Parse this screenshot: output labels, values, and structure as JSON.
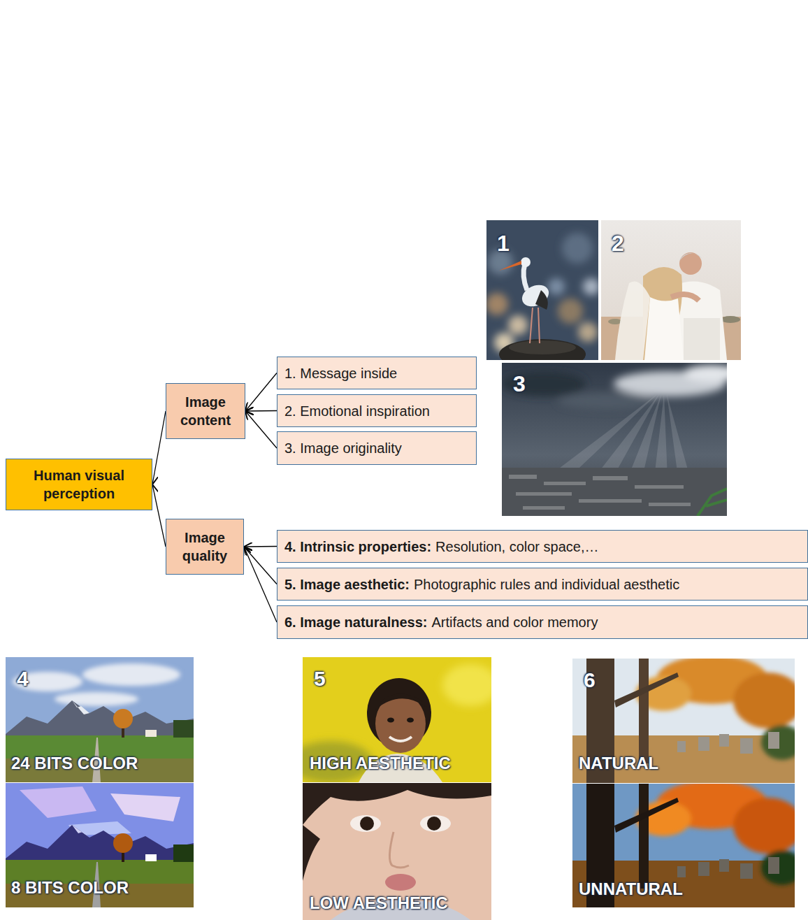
{
  "diagram": {
    "nodes": [
      {
        "text": [
          "Human visual perception"
        ]
      },
      {
        "text": [
          "Image content"
        ]
      },
      {
        "text": [
          "Image quality"
        ]
      },
      {
        "text": [
          "1. Message inside"
        ]
      },
      {
        "text": [
          "2. Emotional inspiration"
        ]
      },
      {
        "text": [
          "3. Image originality"
        ]
      },
      {
        "text": [
          "4. Intrinsic properties:",
          "Resolution, color space,…"
        ]
      },
      {
        "text": [
          "5. Image aesthetic:",
          "Photographic rules and individual aesthetic"
        ]
      },
      {
        "text": [
          "6. Image naturalness:",
          "Artifacts and color memory"
        ]
      }
    ],
    "edges": [
      {
        "from": 1,
        "to": 0,
        "arrow": "to"
      },
      {
        "from": 2,
        "to": 0,
        "arrow": "to"
      },
      {
        "from": 3,
        "to": 1,
        "arrow": "to"
      },
      {
        "from": 4,
        "to": 1,
        "arrow": "to"
      },
      {
        "from": 5,
        "to": 1,
        "arrow": "to"
      },
      {
        "from": 6,
        "to": 2,
        "arrow": "to"
      },
      {
        "from": 7,
        "to": 2,
        "arrow": "to"
      },
      {
        "from": 8,
        "to": 2,
        "arrow": "to"
      }
    ],
    "labels": [
      "1",
      "2",
      "3",
      "4",
      "24 BITS COLOR",
      "8 BITS COLOR",
      "5",
      "HIGH AESTHETIC",
      "LOW AESTHETIC",
      "6",
      "NATURAL",
      "UNNATURAL"
    ]
  }
}
